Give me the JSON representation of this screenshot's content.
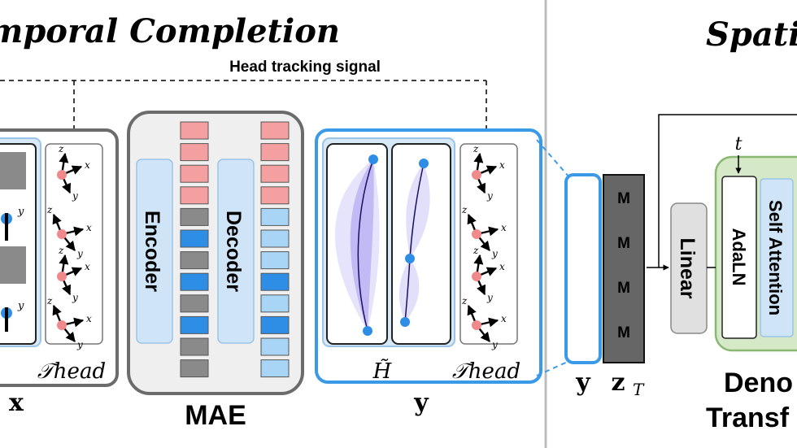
{
  "titles": {
    "left": "mporal Completion",
    "right": "Spatia"
  },
  "signal_label": "Head tracking signal",
  "input_block": {
    "label": "x",
    "t_head": "𝒯head"
  },
  "mae": {
    "label": "MAE",
    "encoder": "Encoder",
    "decoder": "Decoder"
  },
  "output_block": {
    "label": "y",
    "h_tilde": "H̃",
    "t_head": "𝒯head"
  },
  "axis_letters": {
    "x": "x",
    "y": "y",
    "z": "z"
  },
  "right_panel": {
    "y_label": "y",
    "z_label": "z",
    "z_subscript": "T",
    "mask_tokens": [
      "M",
      "M",
      "M",
      "M"
    ],
    "linear": "Linear",
    "t_label": "t",
    "adaln": "AdaLN",
    "self_attention": "Self Attention",
    "denoiser_line1": "Deno",
    "denoiser_line2": "Transf"
  },
  "colors": {
    "blue_accent": "#3a9ae8",
    "light_blue_fill": "#cfe4f7",
    "pink_token": "#f4a0a0",
    "gray_token": "#8a8a8a",
    "blue_token": "#2e8ee6",
    "light_blue_token": "#a8d4f5",
    "green_fill": "#d5e8c8",
    "green_border": "#8ab870",
    "dark_panel": "#666666"
  }
}
